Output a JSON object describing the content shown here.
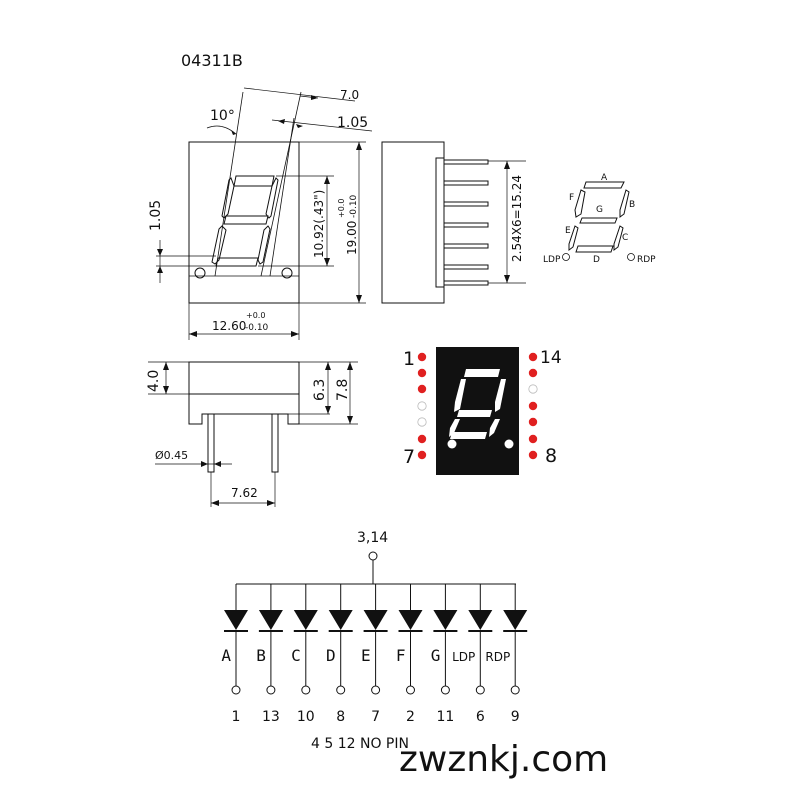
{
  "part_number": "04311B",
  "front": {
    "angle": "10°",
    "dim_top": "7.0",
    "dim_seg": "1.05",
    "dim_seg_left": "1.05",
    "dim_digit_height": "10.92(.43\")",
    "dim_height_main": "19.00",
    "dim_height_tol_plus": "+0.0",
    "dim_height_tol_minus": "-0.10",
    "dim_width_main": "12.60",
    "dim_width_tol_plus": "+0.0",
    "dim_width_tol_minus": "-0.10"
  },
  "side": {
    "pin_pitch": "2.54X6=15.24"
  },
  "segment_map": {
    "labels": [
      "A",
      "B",
      "C",
      "D",
      "E",
      "F",
      "G"
    ],
    "ldp": "LDP",
    "rdp": "RDP"
  },
  "bottom_view": {
    "dim_body": "4.0",
    "dim_63": "6.3",
    "dim_78": "7.8",
    "dim_pin_diam": "Ø0.45",
    "dim_pin_spacing": "7.62"
  },
  "pinout": {
    "pin_1": "1",
    "pin_7": "7",
    "pin_8": "8",
    "pin_14": "14",
    "colors": {
      "active": "#e02020",
      "inactive": "#ffffff",
      "body": "#111111"
    }
  },
  "circuit": {
    "common": "3,14",
    "diodes": [
      {
        "label": "A",
        "pin": "1"
      },
      {
        "label": "B",
        "pin": "13"
      },
      {
        "label": "C",
        "pin": "10"
      },
      {
        "label": "D",
        "pin": "8"
      },
      {
        "label": "E",
        "pin": "7"
      },
      {
        "label": "F",
        "pin": "2"
      },
      {
        "label": "G",
        "pin": "11"
      },
      {
        "label": "LDP",
        "pin": "6"
      },
      {
        "label": "RDP",
        "pin": "9"
      }
    ],
    "no_pin_note": "4 5 12 NO PIN"
  },
  "watermark": "zwznkj.com"
}
